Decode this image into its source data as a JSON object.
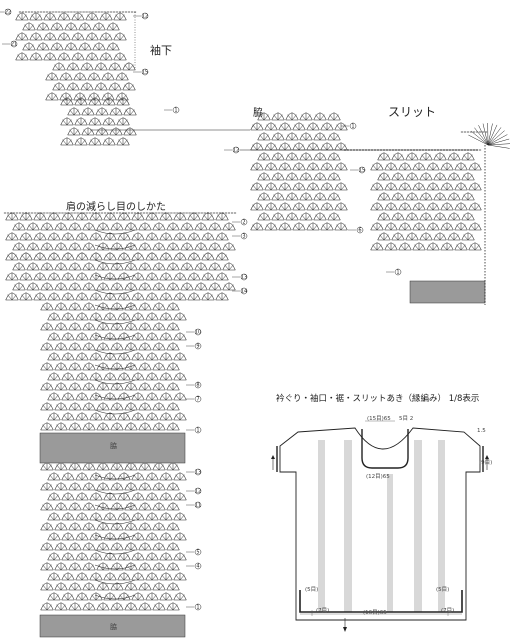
{
  "labels": {
    "sleeve_bottom": "袖下",
    "side": "脇",
    "slit": "スリット",
    "shoulder_decrease": "肩の減らし目のしかた",
    "caption": "衿ぐり・袖口・裾・スリットあき（縁編み） 1/8表示",
    "side_center_mark": "脇",
    "side_center_mark_2": "脇"
  },
  "row_numbers": {
    "sleeve": [
      "⑫",
      "⑫",
      "⑮",
      "①",
      "21"
    ],
    "body_side": [
      "⑫",
      "①",
      "⑮",
      "⑥",
      "①"
    ],
    "shoulder": [
      "②",
      "③",
      "⑬",
      "⑭",
      "⑩",
      "⑨",
      "⑧",
      "⑦",
      "①",
      "⑬",
      "⑫",
      "⑪",
      "⑤",
      "④",
      "①"
    ]
  },
  "dimensions": {
    "neck_width": "(15目)65",
    "neck_depth": "5目 2",
    "shoulder_drop": "1.5",
    "neck_front": "(12目)65",
    "sleeve_edge": "(9目)",
    "hem_left": "(5目)",
    "hem_right": "(5目)",
    "hem_segment_left": "(7目)",
    "hem_center": "(16目)65",
    "hem_segment_right": "(7目)"
  },
  "colors": {
    "line": "#222222",
    "band_fill": "#9a9a9a",
    "stripe_fill": "#d8d8d8"
  }
}
